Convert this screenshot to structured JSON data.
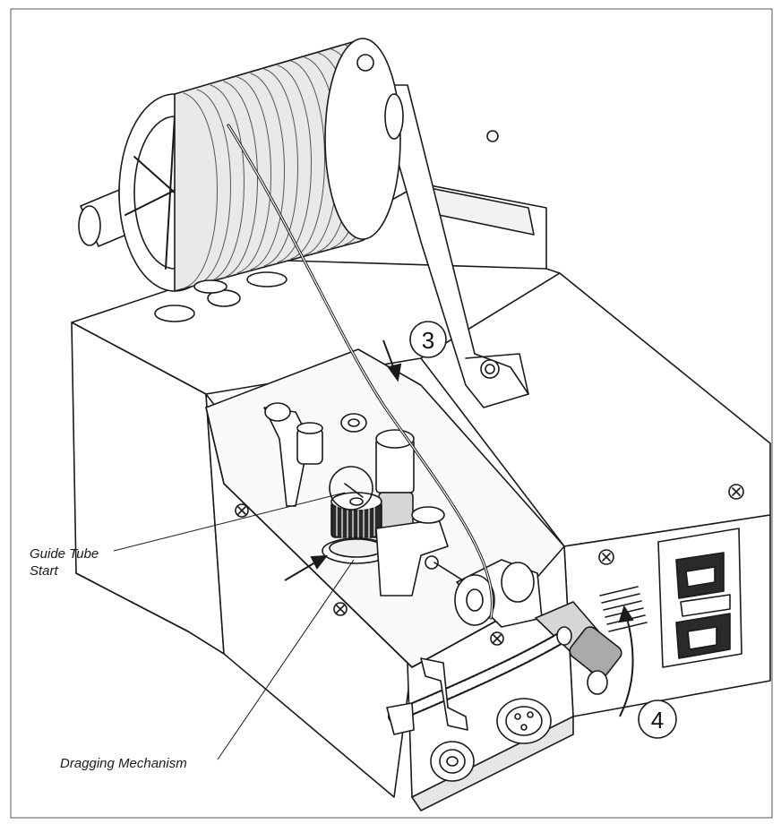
{
  "labels": {
    "guide_tube_line1": "Guide Tube",
    "guide_tube_line2": "Start",
    "dragging_mechanism": "Dragging Mechanism"
  },
  "steps": {
    "step_3": "3",
    "step_4": "4"
  },
  "colors": {
    "line": "#1a1a1a",
    "fill": "#ffffff",
    "shade": "#d6d6d6",
    "dark": "#2a2a2a"
  }
}
